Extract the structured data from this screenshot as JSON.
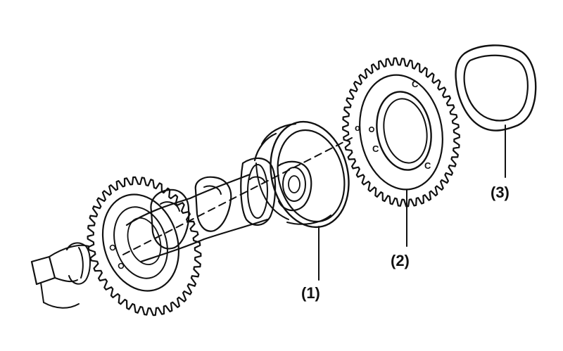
{
  "labels": {
    "part1": "(1)",
    "part2": "(2)",
    "part3": "(3)"
  },
  "marks": {
    "c": "C"
  },
  "colors": {
    "ink": "#111111",
    "paper": "#ffffff"
  }
}
